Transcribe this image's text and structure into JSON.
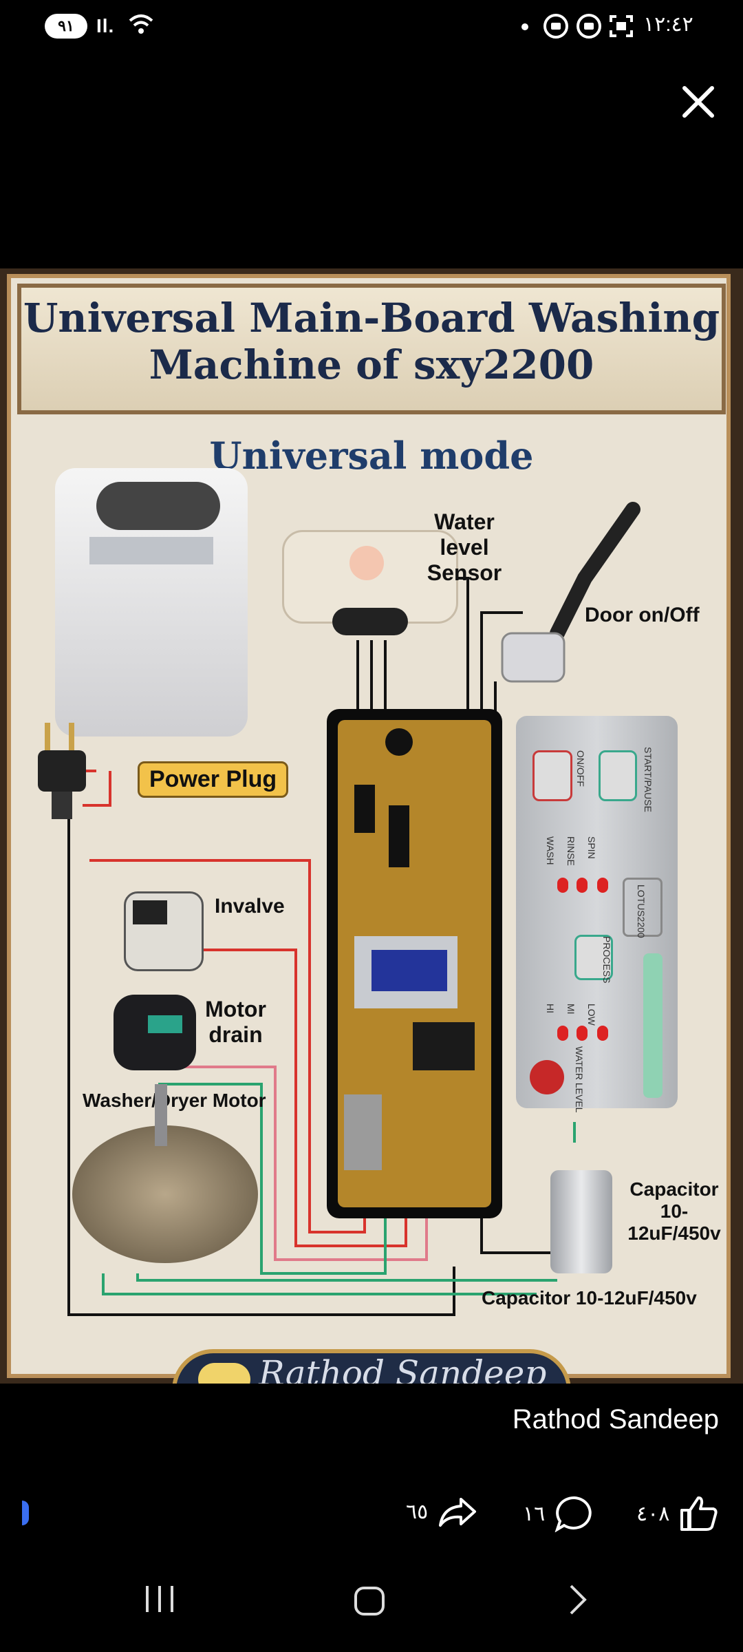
{
  "status_bar": {
    "battery": "٩١",
    "time": "١٢:٤٢"
  },
  "poster": {
    "title_line1": "Universal Main-Board Washing",
    "title_line2": "Machine of sxy2200",
    "mode": "Universal mode",
    "labels": {
      "water_level": "Water level",
      "water_level_2": "Sensor",
      "door": "Door on/Off",
      "power_plug": "Power Plug",
      "invalve": "Invalve",
      "motor_drain": "Motor",
      "motor_drain_2": "drain",
      "washer_motor": "Washer/Dryer Motor",
      "capacitor_right": "Capacitor",
      "capacitor_right_2": "10-12uF/450v",
      "capacitor_bottom": "Capacitor 10-12uF/450v"
    },
    "panel": {
      "on_off": "ON/OFF",
      "start_pause": "START/PAUSE",
      "wash": "WASH",
      "rinse": "RINSE",
      "spin": "SPIN",
      "process": "PROCESS",
      "model": "LOTUS2200",
      "hi": "HI",
      "mi": "MI",
      "low": "LOW",
      "water_level": "WATER LEVEL"
    },
    "watermark": "Rathod Sandeep"
  },
  "post": {
    "author": "Rathod Sandeep",
    "share_count": "٦٥",
    "comment_count": "١٦",
    "like_count": "٤٠٨"
  },
  "icons": {
    "close": "close-icon",
    "share": "share-icon",
    "comment": "comment-icon",
    "like": "thumbs-up-icon",
    "recents": "recents-icon",
    "home": "home-icon",
    "back": "back-icon"
  }
}
